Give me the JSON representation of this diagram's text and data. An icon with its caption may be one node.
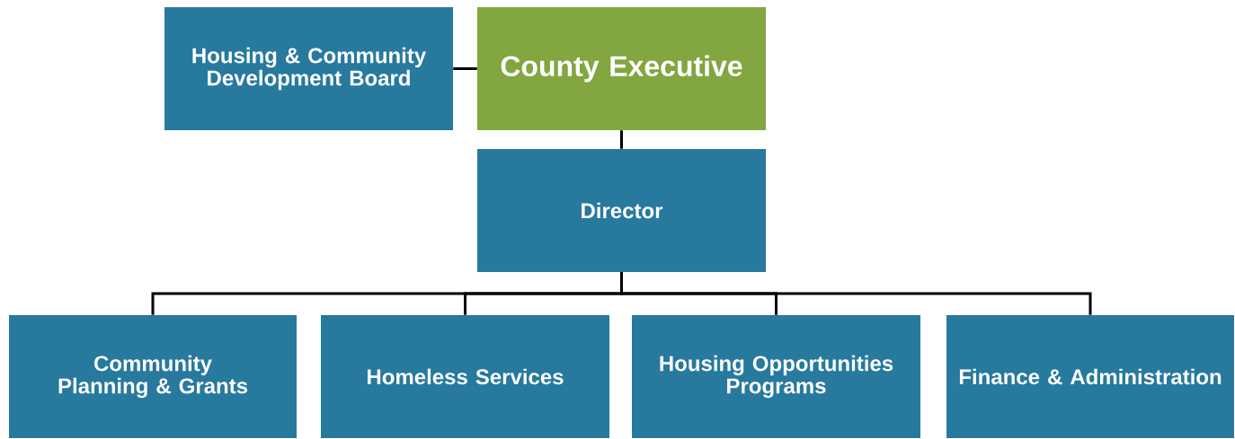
{
  "diagram": {
    "nodes": [
      {
        "text": [
          "Housing & Community Development Board"
        ]
      },
      {
        "text": [
          "County Executive"
        ]
      },
      {
        "text": [
          "Director"
        ]
      },
      {
        "text": [
          "Community Planning & Grants"
        ]
      },
      {
        "text": [
          "Homeless Services"
        ]
      },
      {
        "text": [
          "Housing Opportunities Programs"
        ]
      },
      {
        "text": [
          "Finance & Administration"
        ]
      }
    ],
    "edges": [
      {
        "from": 0,
        "to": 1,
        "arrow": "none"
      },
      {
        "from": 1,
        "to": 2,
        "arrow": "none"
      },
      {
        "from": 2,
        "to": 3,
        "arrow": "none"
      },
      {
        "from": 2,
        "to": 4,
        "arrow": "none"
      },
      {
        "from": 2,
        "to": 5,
        "arrow": "none"
      },
      {
        "from": 2,
        "to": 6,
        "arrow": "none"
      }
    ]
  }
}
